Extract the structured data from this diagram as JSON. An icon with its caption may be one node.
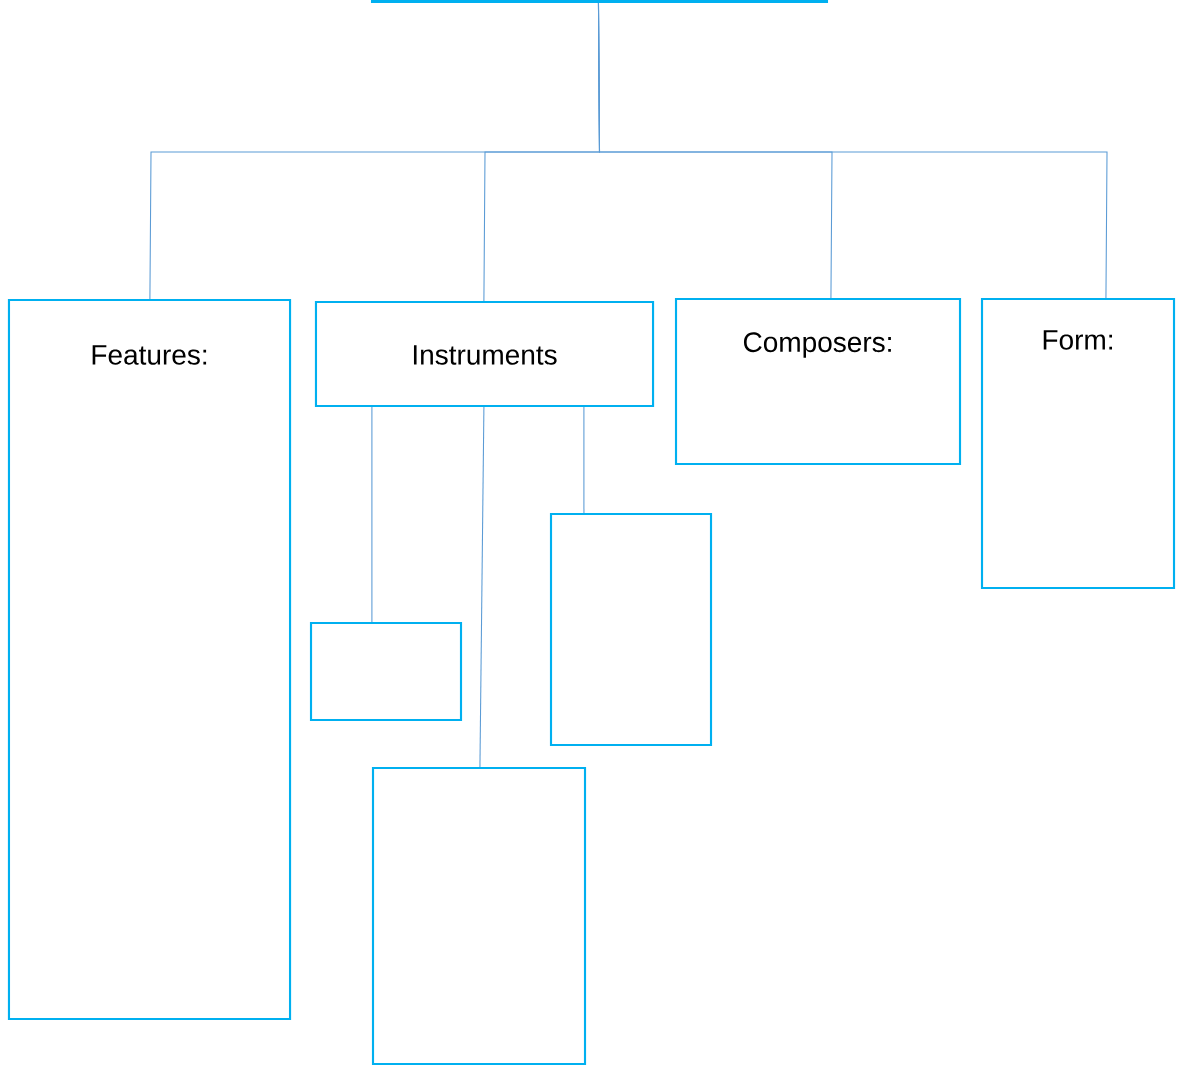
{
  "diagram": {
    "nodes": [
      {
        "text": [],
        "shape": "box"
      },
      {
        "text": [
          "Features:"
        ]
      },
      {
        "text": [
          "Instruments"
        ]
      },
      {
        "text": [
          "Composers:"
        ]
      },
      {
        "text": [
          "Form:"
        ]
      },
      {
        "text": [],
        "shape": "box"
      },
      {
        "text": [],
        "shape": "box"
      },
      {
        "text": [],
        "shape": "box"
      }
    ],
    "edges": [
      {
        "from": 0,
        "to": 1,
        "arrow": "none"
      },
      {
        "from": 0,
        "to": 2,
        "arrow": "none"
      },
      {
        "from": 0,
        "to": 3,
        "arrow": "none"
      },
      {
        "from": 0,
        "to": 4,
        "arrow": "none"
      },
      {
        "from": 2,
        "to": 6,
        "arrow": "none"
      },
      {
        "from": 2,
        "to": 7,
        "arrow": "none"
      },
      {
        "from": 2,
        "to": 5,
        "arrow": "none"
      }
    ]
  }
}
